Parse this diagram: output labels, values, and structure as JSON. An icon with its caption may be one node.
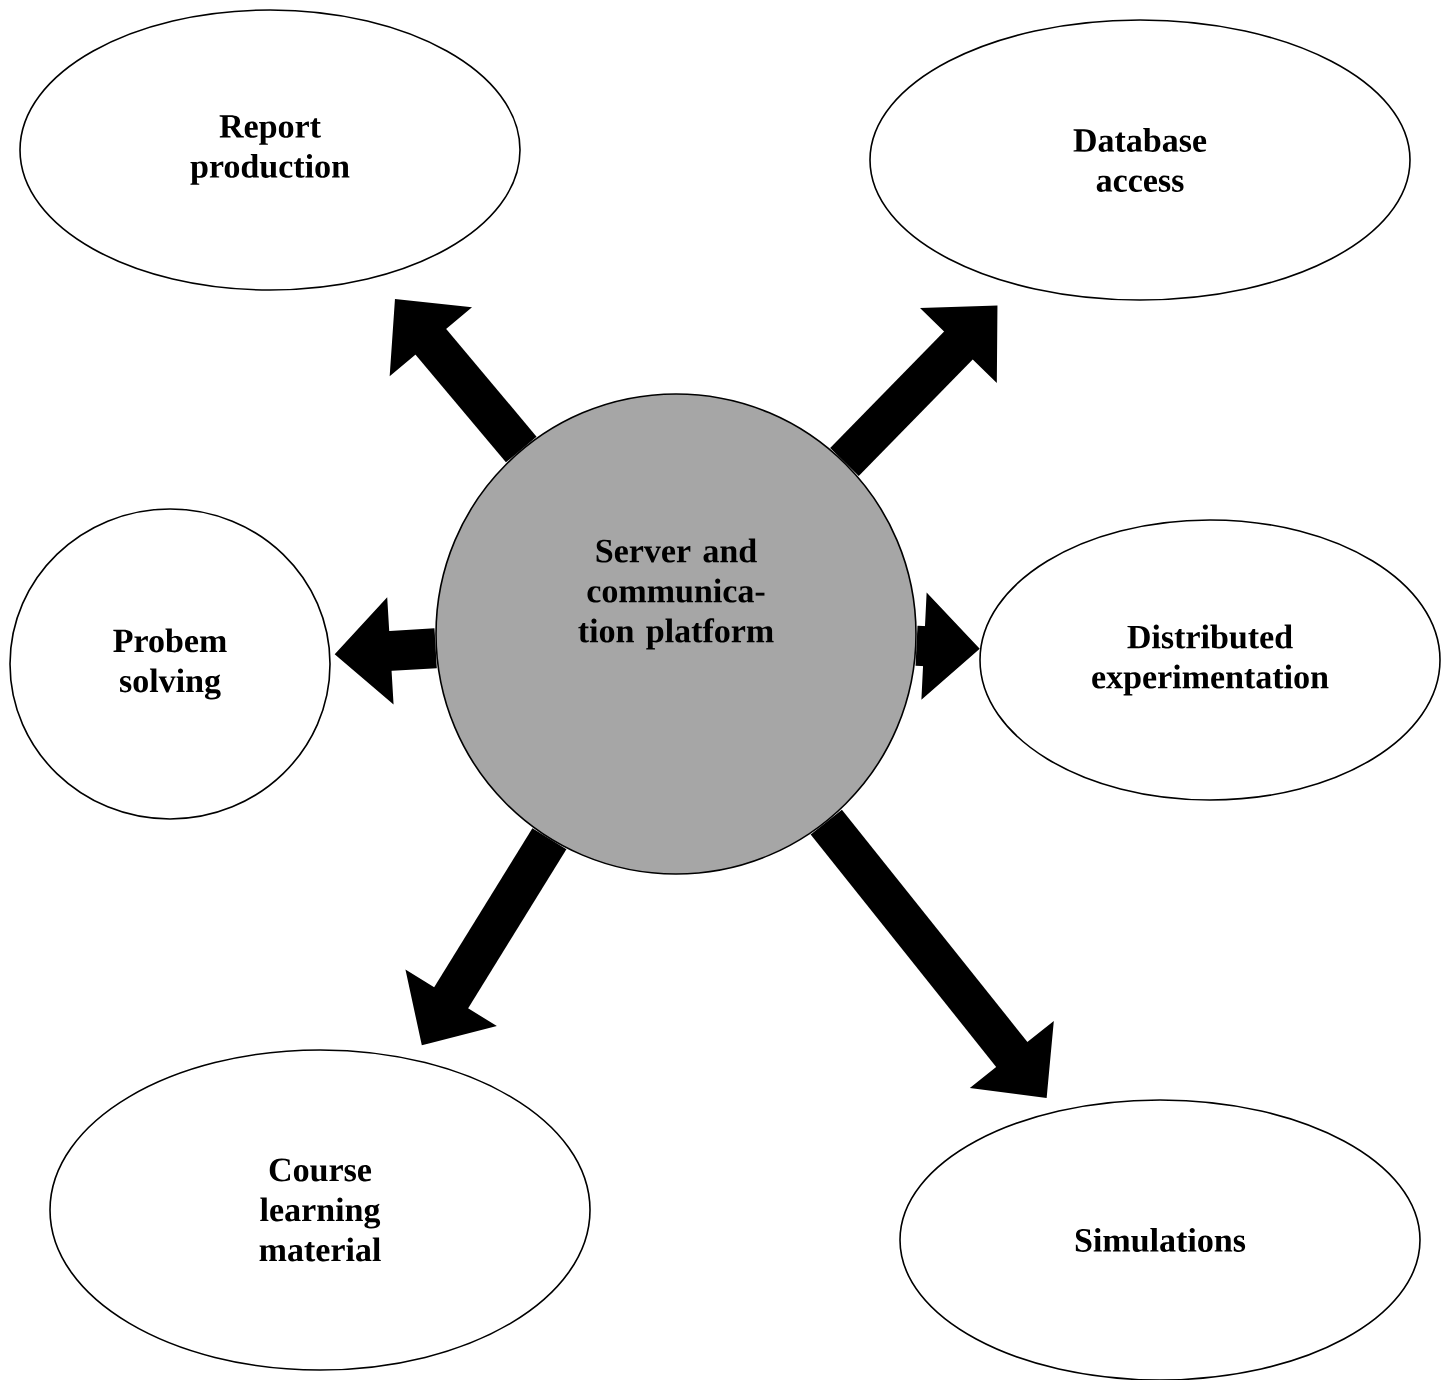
{
  "diagram": {
    "nodes": [
      {
        "text": [
          "Report production"
        ]
      },
      {
        "text": [
          "Database access"
        ]
      },
      {
        "text": [
          "Probem solving"
        ]
      },
      {
        "text": [
          "Server and communica- tion platform"
        ]
      },
      {
        "text": [
          "Distributed experimentation"
        ]
      },
      {
        "text": [
          "Course learning material"
        ]
      },
      {
        "text": [
          "Simulations"
        ]
      }
    ],
    "edges": [
      {
        "from": 3,
        "to": 0,
        "arrow": "to"
      },
      {
        "from": 3,
        "to": 1,
        "arrow": "to"
      },
      {
        "from": 3,
        "to": 2,
        "arrow": "to"
      },
      {
        "from": 3,
        "to": 4,
        "arrow": "to"
      },
      {
        "from": 3,
        "to": 5,
        "arrow": "to"
      },
      {
        "from": 3,
        "to": 6,
        "arrow": "to"
      }
    ]
  }
}
